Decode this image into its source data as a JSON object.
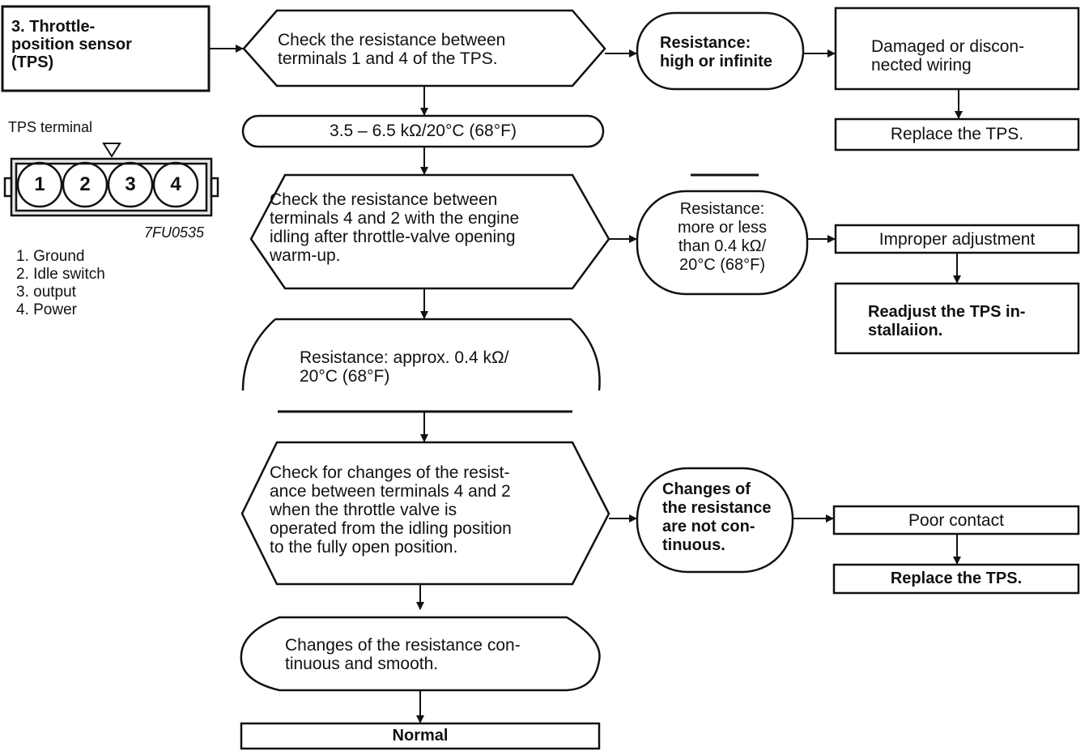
{
  "title": {
    "lines": [
      "3. Throttle-",
      "position sensor",
      "(TPS)"
    ]
  },
  "connector": {
    "label": "TPS terminal",
    "pins": [
      "1",
      "2",
      "3",
      "4"
    ],
    "part_code": "7FU0535",
    "legend": [
      "1. Ground",
      "2. Idle switch",
      "3. output",
      "4. Power"
    ]
  },
  "flow": {
    "check1": {
      "lines": [
        "Check the resistance between",
        "terminals 1 and 4 of the TPS."
      ]
    },
    "result1": {
      "lines": [
        "Resistance:",
        "high or infinite"
      ]
    },
    "cause1": {
      "lines": [
        "Damaged or discon-",
        "nected wiring"
      ]
    },
    "action1": {
      "text": "Replace the TPS."
    },
    "spec1": {
      "text": "3.5 – 6.5 kΩ/20°C (68°F)"
    },
    "check2": {
      "lines": [
        "Check the resistance between",
        "terminals 4 and 2 with the engine",
        "idling after throttle-valve opening",
        "warm-up."
      ]
    },
    "result2": {
      "lines": [
        "Resistance:",
        "more or less",
        "than 0.4 kΩ/",
        "20°C (68°F)"
      ]
    },
    "cause2": {
      "text": "Improper adjustment"
    },
    "action2": {
      "lines": [
        "Readjust the TPS in-",
        "stallaiion."
      ]
    },
    "spec2": {
      "lines": [
        "Resistance: approx. 0.4 kΩ/",
        "20°C (68°F)"
      ]
    },
    "check3": {
      "lines": [
        "Check for changes of the resist-",
        "ance between terminals 4 and 2",
        "when the throttle valve is",
        "operated from the idling position",
        "to the fully open position."
      ]
    },
    "result3": {
      "lines": [
        "Changes of",
        "the resistance",
        "are not con-",
        "tinuous."
      ]
    },
    "cause3": {
      "text": "Poor contact"
    },
    "action3": {
      "text": "Replace the TPS."
    },
    "spec3": {
      "lines": [
        "Changes of the resistance con-",
        "tinuous and smooth."
      ]
    },
    "final": {
      "text": "Normal"
    }
  }
}
